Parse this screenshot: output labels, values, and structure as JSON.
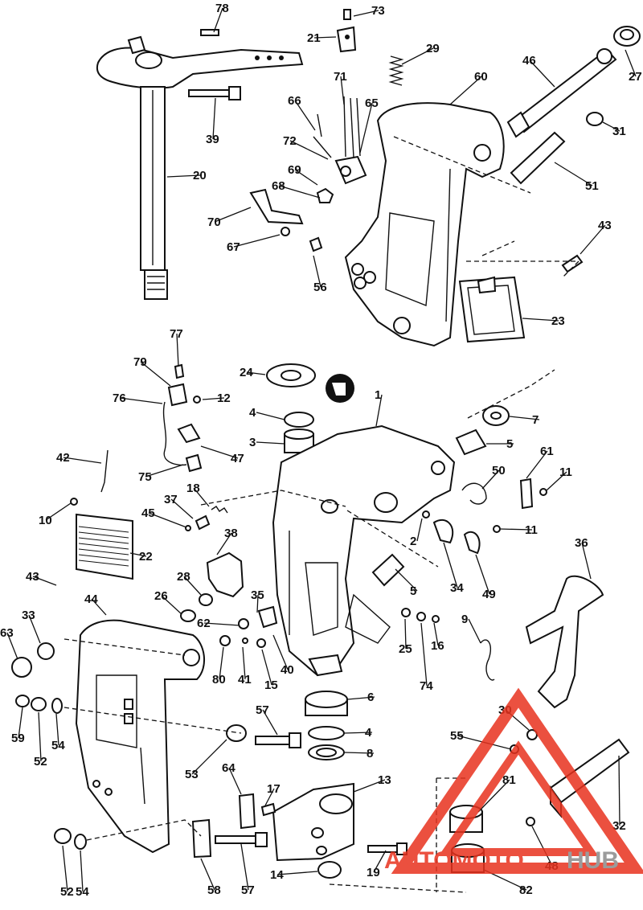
{
  "diagram": {
    "callouts": [
      {
        "n": "78"
      },
      {
        "n": "73"
      },
      {
        "n": "21"
      },
      {
        "n": "29"
      },
      {
        "n": "46"
      },
      {
        "n": "27"
      },
      {
        "n": "60"
      },
      {
        "n": "71"
      },
      {
        "n": "66"
      },
      {
        "n": "65"
      },
      {
        "n": "39"
      },
      {
        "n": "31"
      },
      {
        "n": "72"
      },
      {
        "n": "20"
      },
      {
        "n": "51"
      },
      {
        "n": "69"
      },
      {
        "n": "68"
      },
      {
        "n": "70"
      },
      {
        "n": "67"
      },
      {
        "n": "43"
      },
      {
        "n": "56"
      },
      {
        "n": "23"
      },
      {
        "n": "77"
      },
      {
        "n": "79"
      },
      {
        "n": "24"
      },
      {
        "n": "76"
      },
      {
        "n": "12"
      },
      {
        "n": "4"
      },
      {
        "n": "1"
      },
      {
        "n": "7"
      },
      {
        "n": "3"
      },
      {
        "n": "5"
      },
      {
        "n": "47"
      },
      {
        "n": "42"
      },
      {
        "n": "61"
      },
      {
        "n": "75"
      },
      {
        "n": "50"
      },
      {
        "n": "11"
      },
      {
        "n": "18"
      },
      {
        "n": "37"
      },
      {
        "n": "10"
      },
      {
        "n": "45"
      },
      {
        "n": "11"
      },
      {
        "n": "2"
      },
      {
        "n": "38"
      },
      {
        "n": "22"
      },
      {
        "n": "36"
      },
      {
        "n": "43"
      },
      {
        "n": "28"
      },
      {
        "n": "5"
      },
      {
        "n": "34"
      },
      {
        "n": "49"
      },
      {
        "n": "26"
      },
      {
        "n": "35"
      },
      {
        "n": "44"
      },
      {
        "n": "33"
      },
      {
        "n": "62"
      },
      {
        "n": "9"
      },
      {
        "n": "25"
      },
      {
        "n": "16"
      },
      {
        "n": "63"
      },
      {
        "n": "80"
      },
      {
        "n": "41"
      },
      {
        "n": "40"
      },
      {
        "n": "15"
      },
      {
        "n": "74"
      },
      {
        "n": "6"
      },
      {
        "n": "57"
      },
      {
        "n": "30"
      },
      {
        "n": "59"
      },
      {
        "n": "52"
      },
      {
        "n": "54"
      },
      {
        "n": "53"
      },
      {
        "n": "4"
      },
      {
        "n": "55"
      },
      {
        "n": "8"
      },
      {
        "n": "64"
      },
      {
        "n": "13"
      },
      {
        "n": "81"
      },
      {
        "n": "17"
      },
      {
        "n": "32"
      },
      {
        "n": "48"
      },
      {
        "n": "19"
      },
      {
        "n": "14"
      },
      {
        "n": "52"
      },
      {
        "n": "54"
      },
      {
        "n": "58"
      },
      {
        "n": "57"
      },
      {
        "n": "82"
      }
    ],
    "watermark": {
      "text_red": "AUTOMOTO",
      "text_grey": "HUB",
      "color_red": "#e8321e",
      "color_grey": "#8a8a8a"
    },
    "line_color": "#111111",
    "background": "#ffffff"
  }
}
